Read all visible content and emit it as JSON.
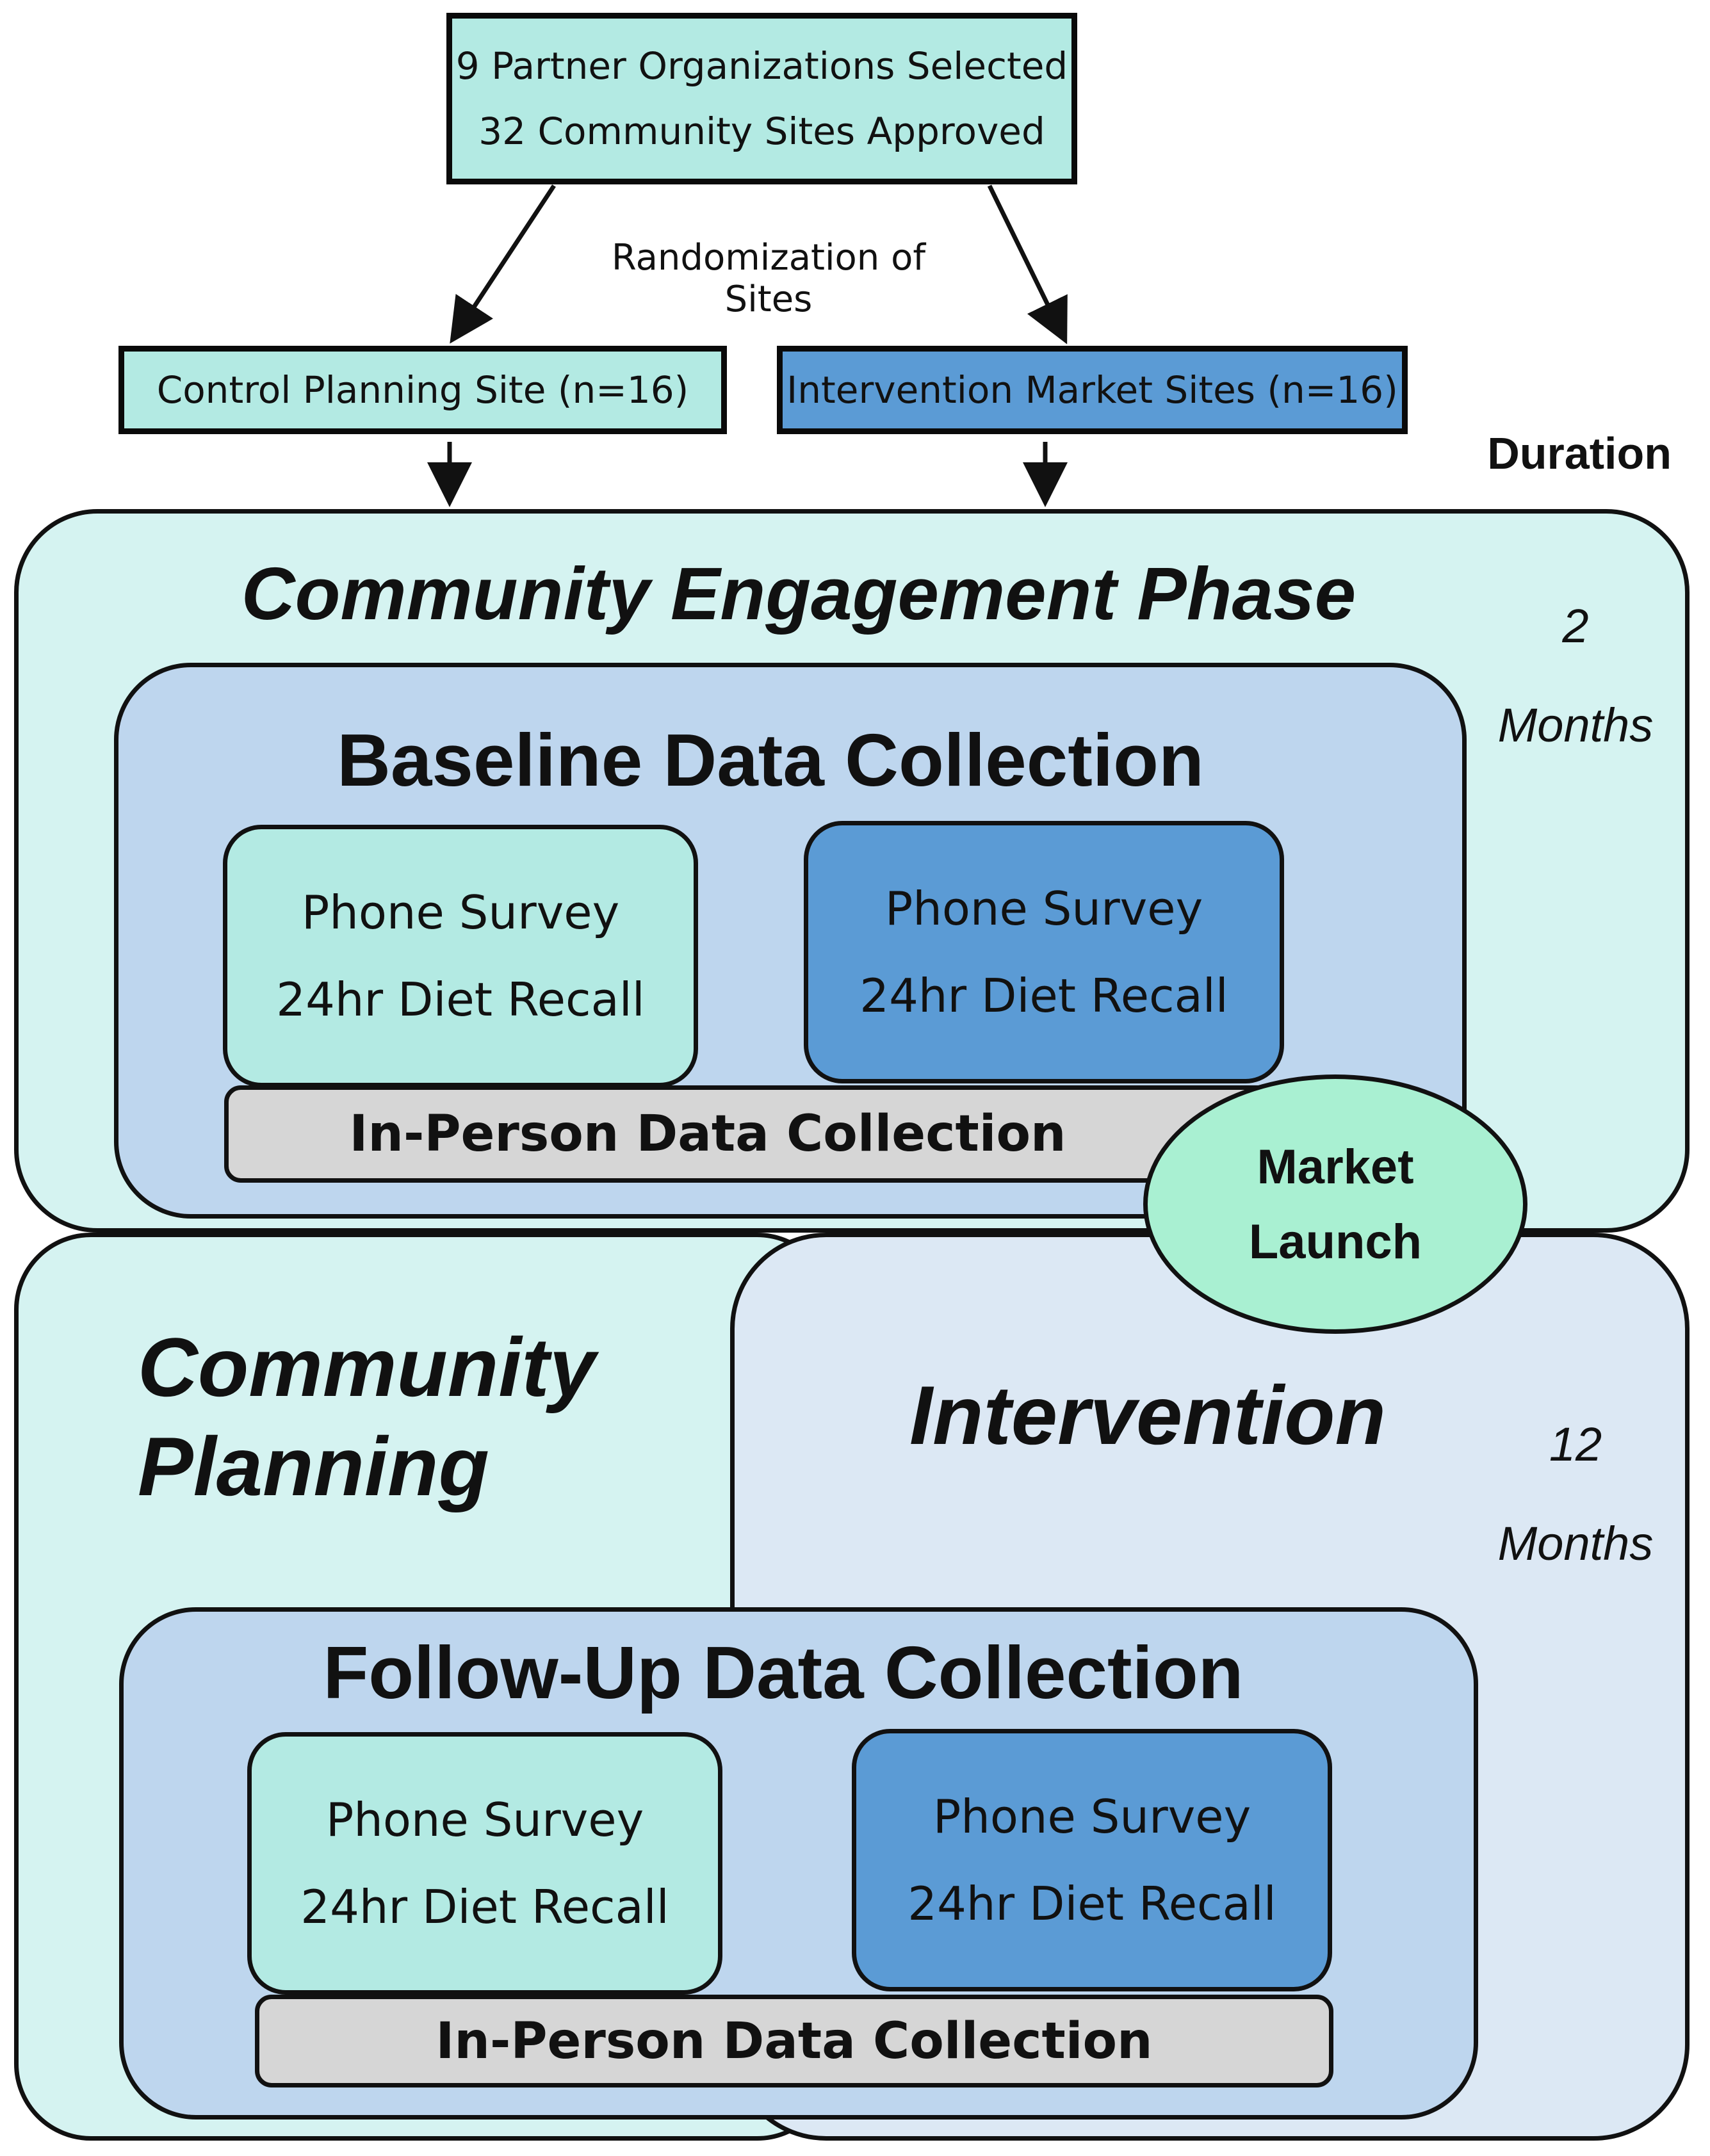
{
  "top_box": {
    "line1": "9 Partner Organizations Selected",
    "line2": "32 Community Sites Approved"
  },
  "randomization_label": "Randomization of Sites",
  "control_box": {
    "label": "Control Planning Site (n=16)"
  },
  "intervention_box": {
    "label": "Intervention Market Sites (n=16)"
  },
  "duration_header": "Duration",
  "engagement_phase": {
    "title": "Community Engagement Phase",
    "duration_value": "2",
    "duration_unit": "Months",
    "baseline": {
      "title": "Baseline Data Collection",
      "control_card": {
        "line1": "Phone Survey",
        "line2": "24hr Diet Recall"
      },
      "intervention_card": {
        "line1": "Phone Survey",
        "line2": "24hr Diet Recall"
      },
      "in_person": "In-Person Data Collection"
    }
  },
  "market_launch": {
    "line1": "Market",
    "line2": "Launch"
  },
  "planning_phase": {
    "title_line1": "Community",
    "title_line2": "Planning"
  },
  "intervention_phase": {
    "title": "Intervention",
    "duration_value": "12",
    "duration_unit": "Months"
  },
  "follow_up": {
    "title": "Follow-Up Data Collection",
    "control_card": {
      "line1": "Phone Survey",
      "line2": "24hr Diet Recall"
    },
    "intervention_card": {
      "line1": "Phone Survey",
      "line2": "24hr Diet Recall"
    },
    "in_person": "In-Person Data Collection"
  },
  "colors": {
    "control": "#b3eae3",
    "intervention": "#5b9bd5",
    "engagement_bg": "#d5f3f1",
    "data_collection_bg": "#bed6ee",
    "intervention_phase_bg": "#dce8f4",
    "in_person_bg": "#d6d6d6",
    "market_launch": "#a9f0d2"
  }
}
